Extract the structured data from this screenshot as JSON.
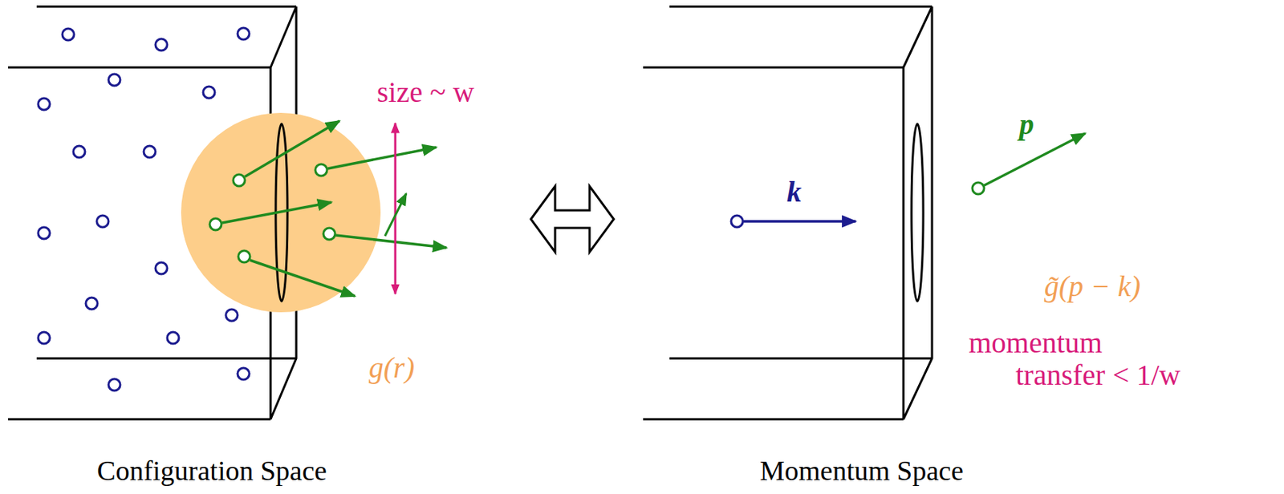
{
  "diagram": {
    "labels": [
      "size ~ w",
      "g(r)",
      "k",
      "p",
      "g̃(p − k)",
      "momentum transfer < 1/w",
      "Configuration Space",
      "Momentum Space"
    ]
  }
}
